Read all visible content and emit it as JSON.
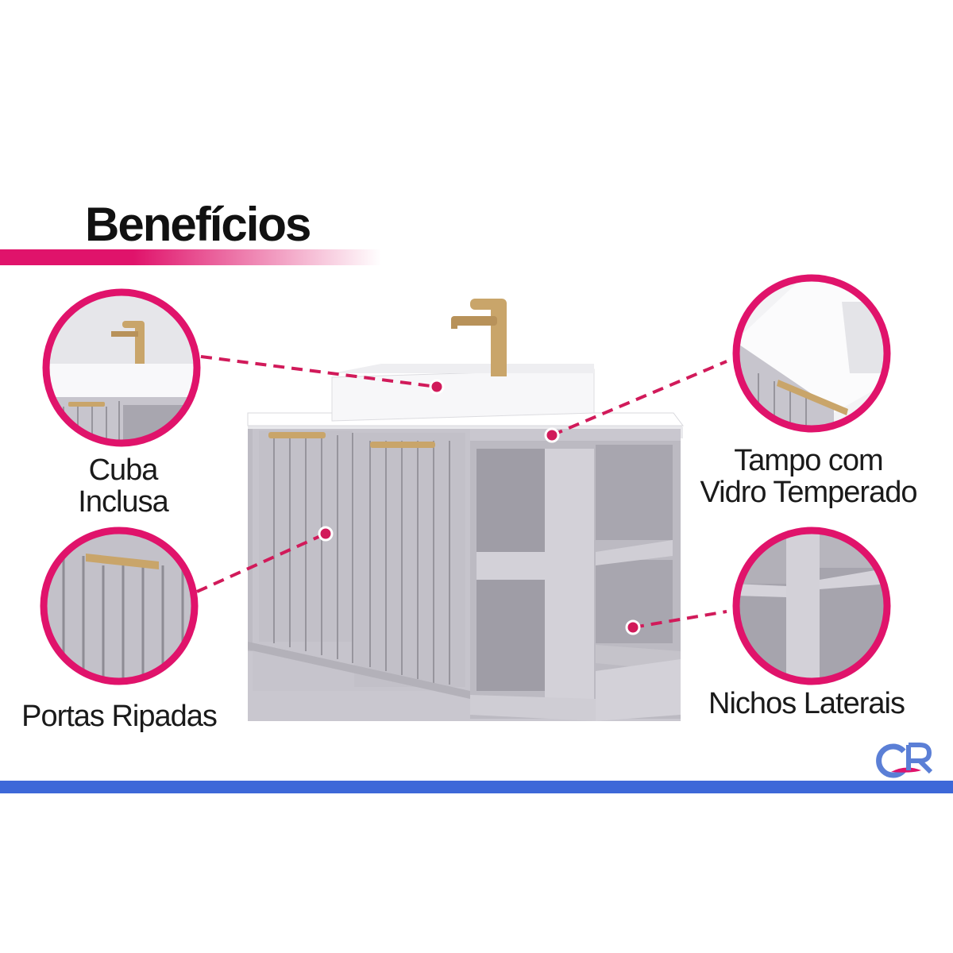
{
  "header": {
    "title": "Benefícios"
  },
  "features": [
    {
      "id": "cuba",
      "lines": [
        "Cuba",
        "Inclusa"
      ]
    },
    {
      "id": "tampo",
      "lines": [
        "Tampo com",
        "Vidro Temperado"
      ]
    },
    {
      "id": "portas",
      "lines": [
        "Portas Ripadas"
      ]
    },
    {
      "id": "nichos",
      "lines": [
        "Nichos Laterais"
      ]
    }
  ],
  "brand": {
    "logo_text": "CR"
  },
  "colors": {
    "accent": "#e0136b",
    "bottom_bar": "#3d68d8",
    "cabinet": "#c4c2ca",
    "gold": "#c9a56a"
  }
}
